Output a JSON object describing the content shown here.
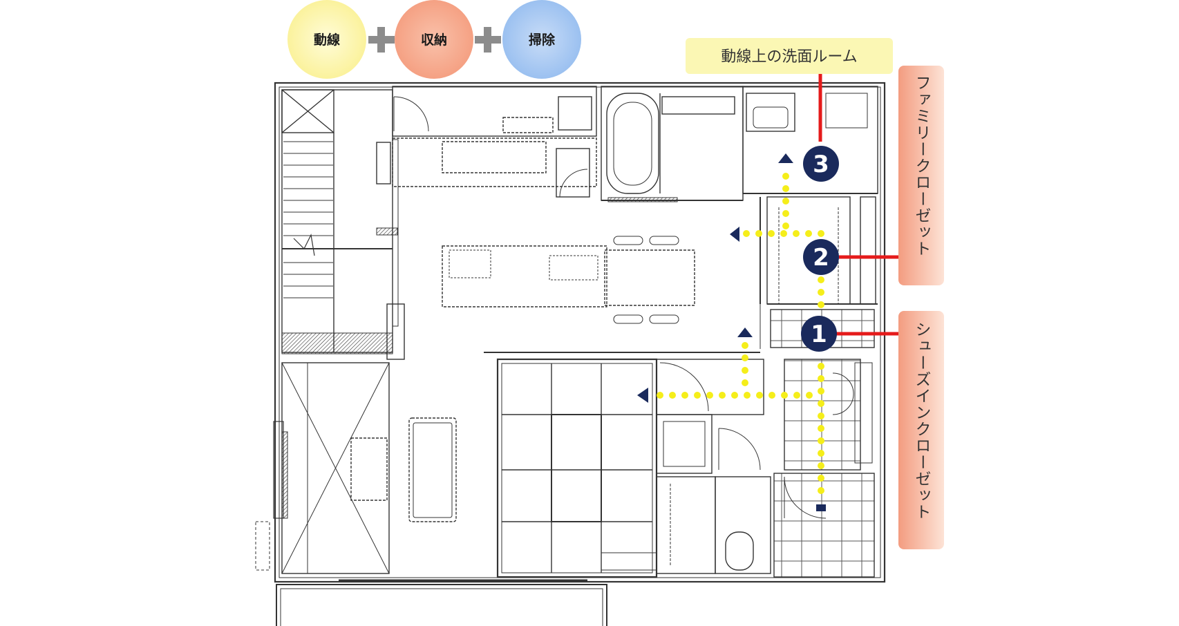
{
  "badges": [
    {
      "label": "動線",
      "color": "#fbf39a"
    },
    {
      "label": "収納",
      "color": "#f6a689"
    },
    {
      "label": "掃除",
      "color": "#9fc4f2"
    }
  ],
  "plus_color": "#8c8c8c",
  "callouts": {
    "washroom": "動線上の洗面ルーム",
    "family_closet": "ファミリークローゼット",
    "shoes_closet": "シューズインクローゼット"
  },
  "markers": [
    "1",
    "2",
    "3"
  ],
  "colors": {
    "marker": "#1a2a5c",
    "path": "#f5ee1a",
    "leader": "#e51b1b",
    "callout_top": "#fbf7b4",
    "callout_side_start": "#f29b7d",
    "callout_side_end": "#fde1d2",
    "wall": "#333333"
  }
}
